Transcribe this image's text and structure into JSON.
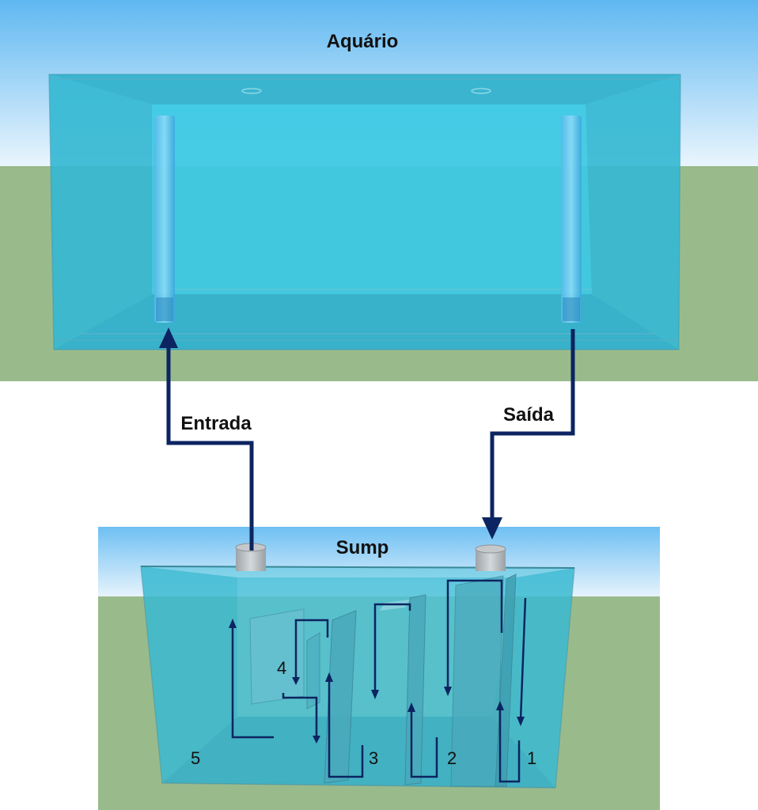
{
  "aquarium": {
    "title": "Aquário"
  },
  "sump": {
    "title": "Sump",
    "chambers": [
      {
        "number": "1"
      },
      {
        "number": "2"
      },
      {
        "number": "3"
      },
      {
        "number": "4"
      },
      {
        "number": "5"
      }
    ]
  },
  "flow": {
    "inlet_label": "Entrada",
    "outlet_label": "Saída"
  },
  "colors": {
    "sky_top": "#5fb8f1",
    "sky_bottom": "#eaf5fd",
    "grass": "#99bb8c",
    "glass": "#3bc3dc",
    "water_light": "#36d0f0",
    "arrow": "#0c2461",
    "pipe": "#c4c8cb"
  }
}
